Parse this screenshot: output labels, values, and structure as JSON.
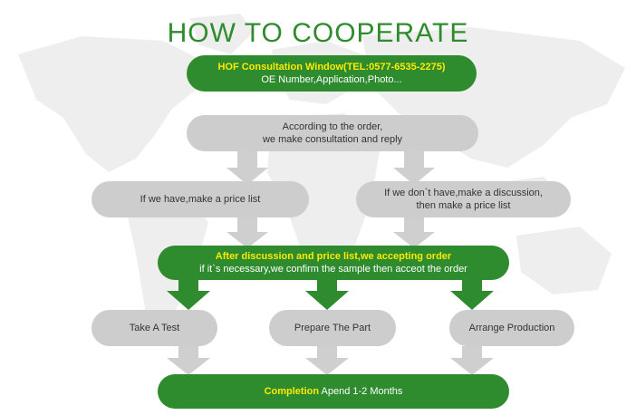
{
  "title": "HOW TO COOPERATE",
  "colors": {
    "green": "#2e8b2e",
    "gray": "#cdcdcd",
    "arrow_gray": "#cfcfcf",
    "highlight": "#ffea00",
    "map": "#eeeeee"
  },
  "steps": {
    "consultation": {
      "highlight": "HOF Consultation Window(TEL:0577-6535-2275)",
      "text": "OE Number,Application,Photo..."
    },
    "reply": {
      "line1": "According  to the order,",
      "line2": "we make consultation and reply"
    },
    "have": {
      "text": "If we have,make a price list"
    },
    "not_have": {
      "line1": "If we don`t have,make a discussion,",
      "line2": "then make a price list"
    },
    "order": {
      "highlight": "After  discussion and price list,we accepting order",
      "text": "if it`s necessary,we confirm the sample then acceot the order"
    },
    "test": {
      "text": "Take A Test"
    },
    "prepare": {
      "text": "Prepare The Part"
    },
    "production": {
      "text": "Arrange Production"
    },
    "completion": {
      "highlight": "Completion",
      "text": " Apend 1-2 Months"
    }
  }
}
